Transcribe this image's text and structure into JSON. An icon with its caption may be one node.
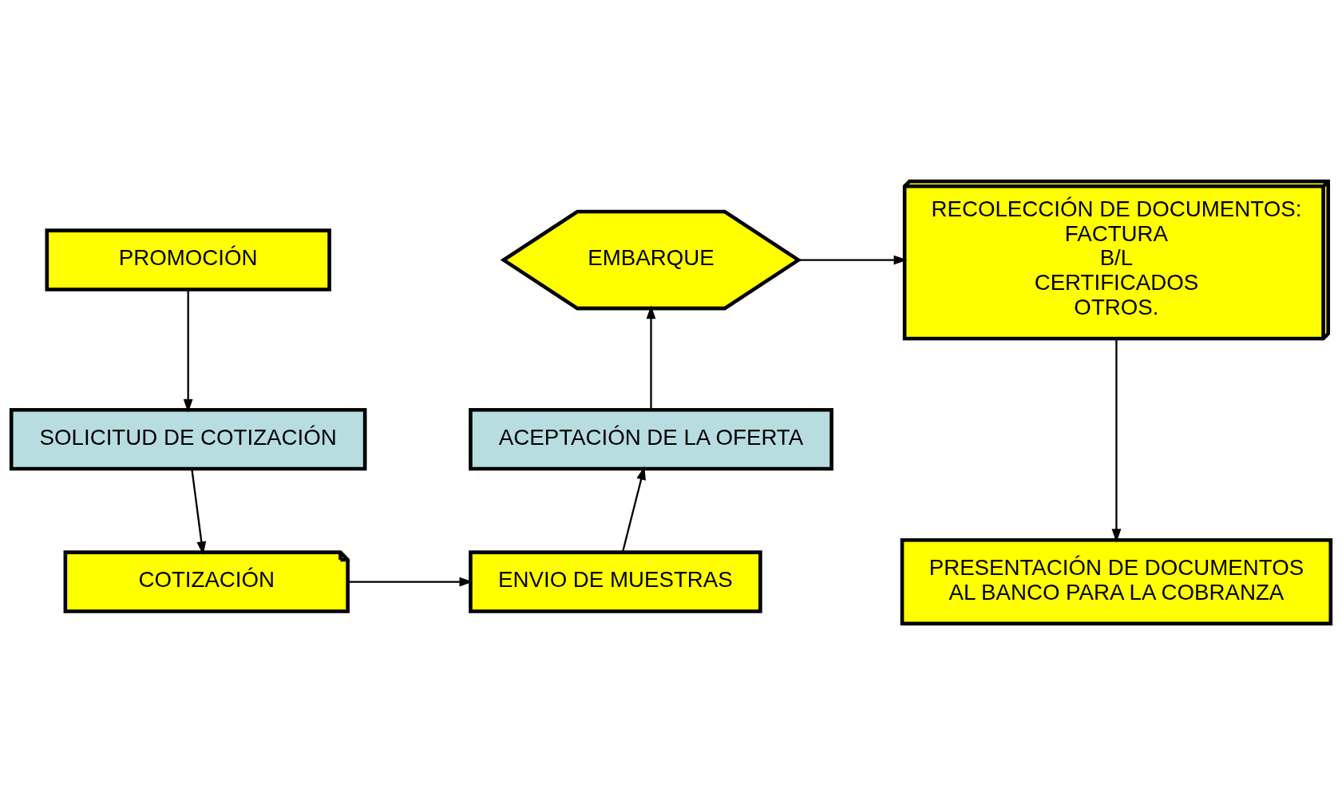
{
  "diagram": {
    "nodes": [
      {
        "text": [
          "PROMOCIÓN"
        ]
      },
      {
        "text": [
          "SOLICITUD DE COTIZACIÓN"
        ]
      },
      {
        "text": [
          "COTIZACIÓN"
        ]
      },
      {
        "text": [
          "ENVIO DE MUESTRAS"
        ]
      },
      {
        "text": [
          "ACEPTACIÓN DE LA OFERTA"
        ]
      },
      {
        "text": [
          "EMBARQUE"
        ]
      },
      {
        "text": [
          "RECOLECCIÓN DE DOCUMENTOS:",
          "FACTURA",
          "B/L",
          "CERTIFICADOS",
          "OTROS."
        ]
      },
      {
        "text": [
          "PRESENTACIÓN DE DOCUMENTOS AL BANCO PARA LA COBRANZA"
        ]
      }
    ],
    "edges": [
      {
        "from": 0,
        "to": 1,
        "arrow": "to"
      },
      {
        "from": 1,
        "to": 2,
        "arrow": "to"
      },
      {
        "from": 2,
        "to": 3,
        "arrow": "to"
      },
      {
        "from": 3,
        "to": 4,
        "arrow": "to"
      },
      {
        "from": 4,
        "to": 5,
        "arrow": "to"
      },
      {
        "from": 5,
        "to": 6,
        "arrow": "to"
      },
      {
        "from": 6,
        "to": 7,
        "arrow": "to"
      }
    ]
  }
}
